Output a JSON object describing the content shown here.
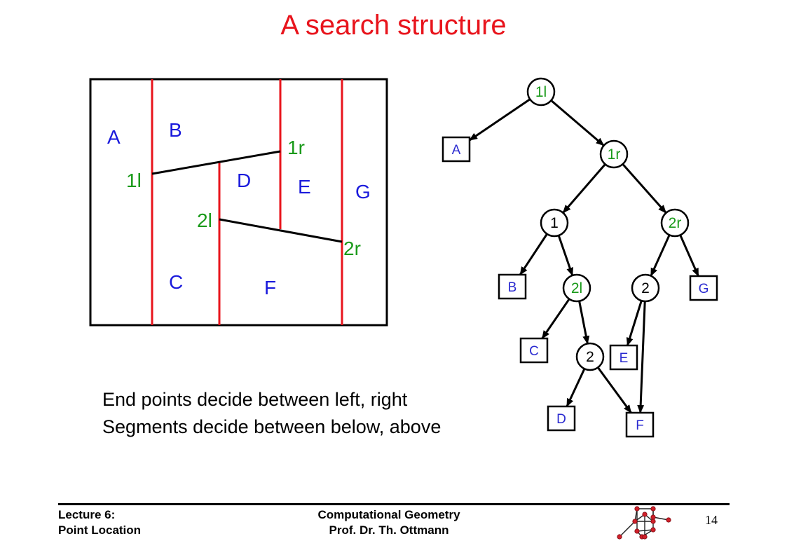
{
  "title": "A search structure",
  "colors": {
    "title": "#e8141c",
    "vertical_lines": "#e8141c",
    "region_labels": "#1a1adc",
    "endpoint_labels": "#1a9a1a",
    "tree_leaf_labels": "#2a2ad0",
    "tree_x_node_labels": "#1a9a1a",
    "tree_y_node_labels": "#000000"
  },
  "subdivision": {
    "regions": [
      "A",
      "B",
      "C",
      "D",
      "E",
      "F",
      "G"
    ],
    "endpoints": [
      "1l",
      "1r",
      "2l",
      "2r"
    ]
  },
  "tree": {
    "nodes": [
      {
        "id": "n1l",
        "label": "1l",
        "kind": "x-node"
      },
      {
        "id": "leafA",
        "label": "A",
        "kind": "leaf"
      },
      {
        "id": "n1r",
        "label": "1r",
        "kind": "x-node"
      },
      {
        "id": "n1",
        "label": "1",
        "kind": "y-node"
      },
      {
        "id": "n2r",
        "label": "2r",
        "kind": "x-node"
      },
      {
        "id": "leafB",
        "label": "B",
        "kind": "leaf"
      },
      {
        "id": "n2l",
        "label": "2l",
        "kind": "x-node"
      },
      {
        "id": "n2a",
        "label": "2",
        "kind": "y-node"
      },
      {
        "id": "leafG",
        "label": "G",
        "kind": "leaf"
      },
      {
        "id": "leafC",
        "label": "C",
        "kind": "leaf"
      },
      {
        "id": "n2b",
        "label": "2",
        "kind": "y-node"
      },
      {
        "id": "leafE",
        "label": "E",
        "kind": "leaf"
      },
      {
        "id": "leafD",
        "label": "D",
        "kind": "leaf"
      },
      {
        "id": "leafF",
        "label": "F",
        "kind": "leaf"
      }
    ],
    "edges": [
      [
        "n1l",
        "leafA"
      ],
      [
        "n1l",
        "n1r"
      ],
      [
        "n1r",
        "n1"
      ],
      [
        "n1r",
        "n2r"
      ],
      [
        "n1",
        "leafB"
      ],
      [
        "n1",
        "n2l"
      ],
      [
        "n2r",
        "n2a"
      ],
      [
        "n2r",
        "leafG"
      ],
      [
        "n2l",
        "leafC"
      ],
      [
        "n2l",
        "n2b"
      ],
      [
        "n2a",
        "leafE"
      ],
      [
        "n2a",
        "leafF"
      ],
      [
        "n2b",
        "leafD"
      ],
      [
        "n2b",
        "leafF"
      ]
    ]
  },
  "caption": {
    "line1": "End points decide between left, right",
    "line2": "Segments decide between below, above"
  },
  "footer": {
    "left_line1": "Lecture 6:",
    "left_line2": "Point Location",
    "center_line1": "Computational Geometry",
    "center_line2": "Prof. Dr. Th. Ottmann",
    "page_number": "14",
    "logo_icon": "node-graph-logo-icon"
  }
}
